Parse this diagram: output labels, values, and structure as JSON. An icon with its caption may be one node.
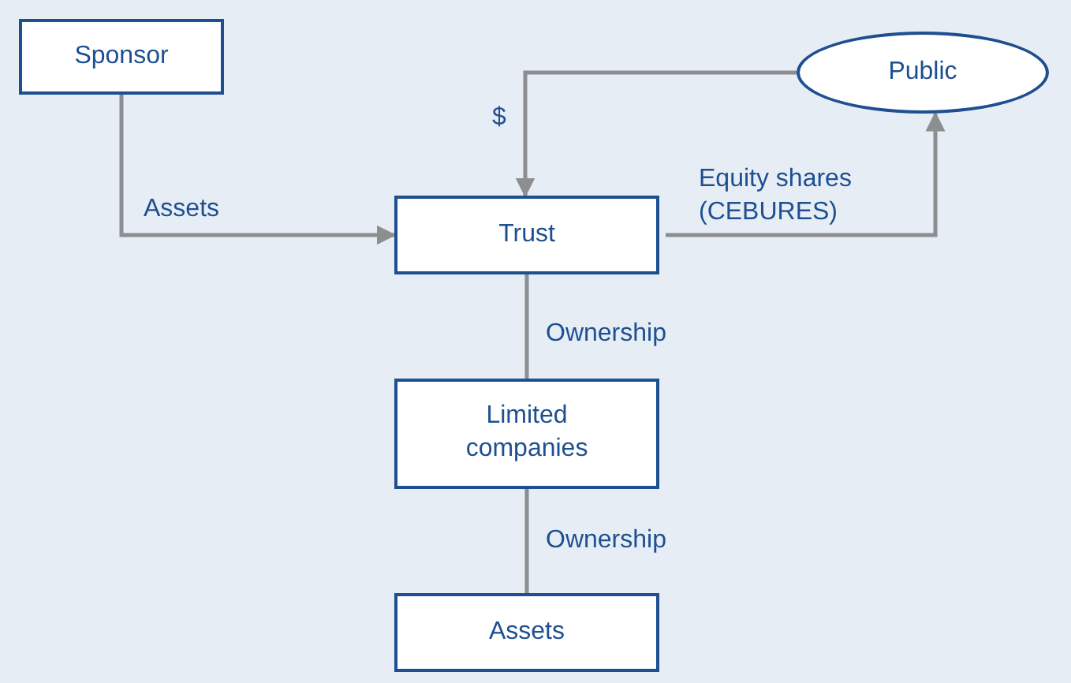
{
  "diagram": {
    "nodes": [
      {
        "text": [
          "Sponsor"
        ]
      },
      {
        "text": [
          "Public"
        ]
      },
      {
        "text": [
          "Trust"
        ]
      },
      {
        "text": [
          "Limited companies"
        ]
      },
      {
        "text": [
          "Assets"
        ]
      }
    ],
    "edges": [
      {
        "from": 0,
        "to": 2,
        "arrow": "to",
        "label": "Assets"
      },
      {
        "from": 1,
        "to": 2,
        "arrow": "to",
        "label": "$"
      },
      {
        "from": 2,
        "to": 1,
        "arrow": "to",
        "label": "Equity shares (CEBURES)"
      },
      {
        "from": 2,
        "to": 3,
        "arrow": "none",
        "label": "Ownership"
      },
      {
        "from": 3,
        "to": 4,
        "arrow": "none",
        "label": "Ownership"
      }
    ]
  }
}
